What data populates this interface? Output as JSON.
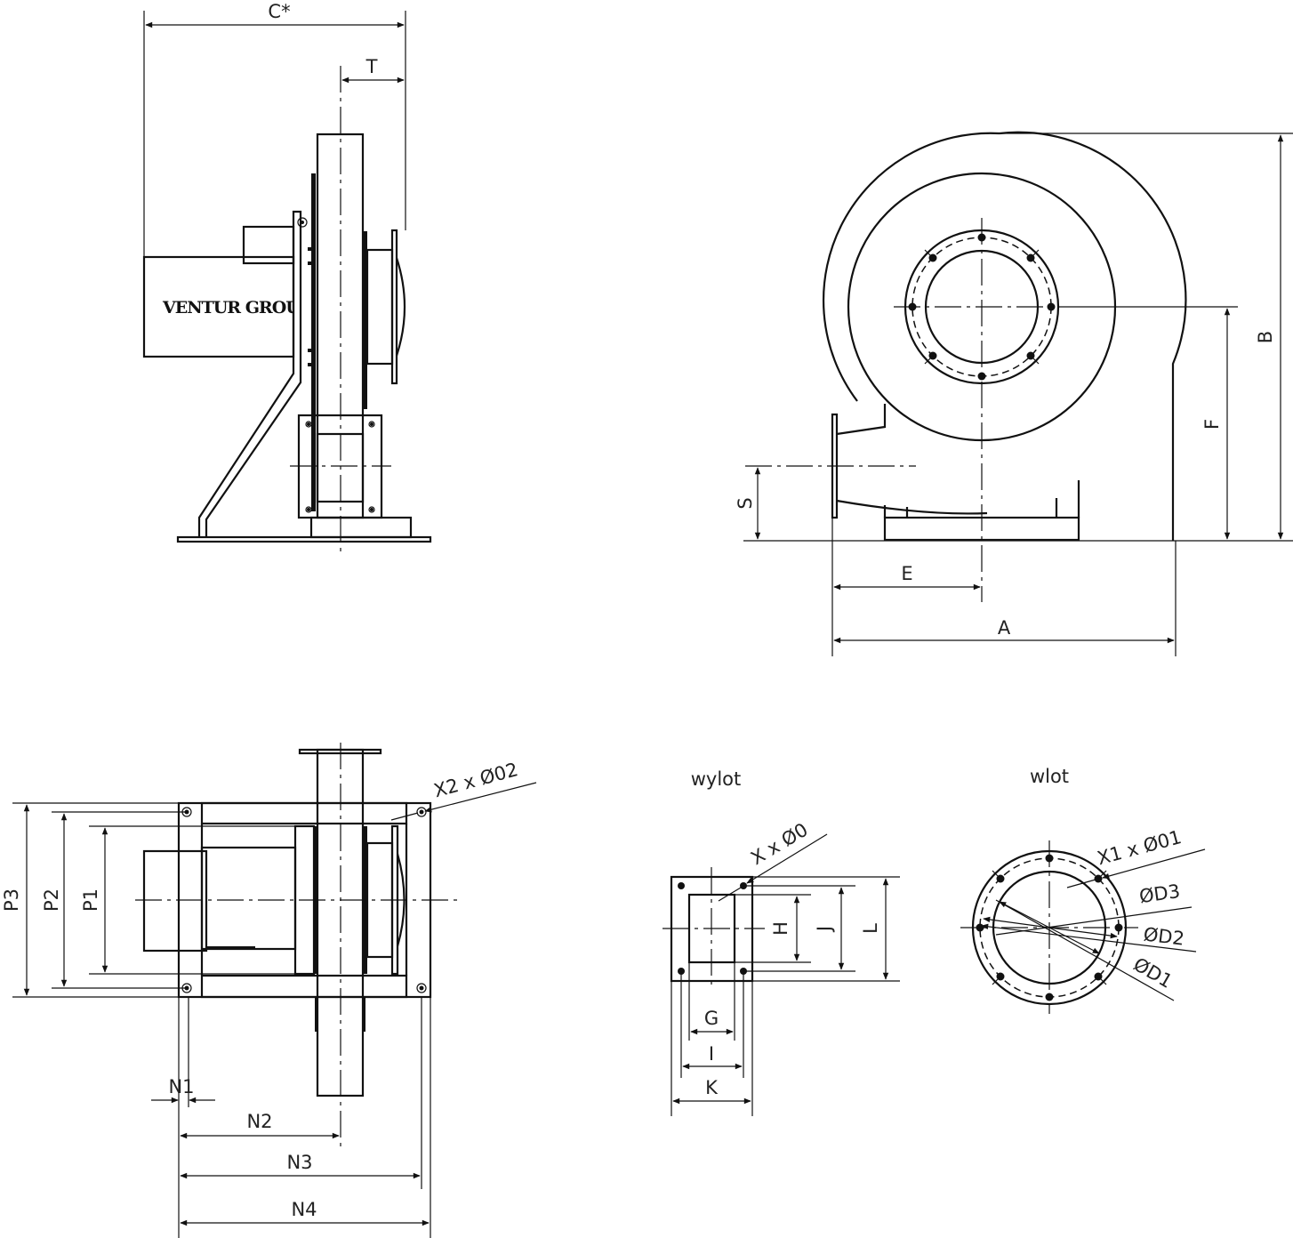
{
  "labels": {
    "C": "C*",
    "T": "T",
    "A": "A",
    "B": "B",
    "E": "E",
    "F": "F",
    "S": "S",
    "N1": "N1",
    "N2": "N2",
    "N3": "N3",
    "N4": "N4",
    "P1": "P1",
    "P2": "P2",
    "P3": "P3",
    "G": "G",
    "H": "H",
    "I": "I",
    "J": "J",
    "K": "K",
    "L": "L",
    "X2": "X2 x Ø02",
    "X": "X x Ø0",
    "X1": "X1 x Ø01",
    "D1": "ØD1",
    "D2": "ØD2",
    "D3": "ØD3"
  },
  "captions": {
    "outlet": "wylot",
    "inlet": "wlot"
  },
  "logo": "VENTUR GROUP"
}
